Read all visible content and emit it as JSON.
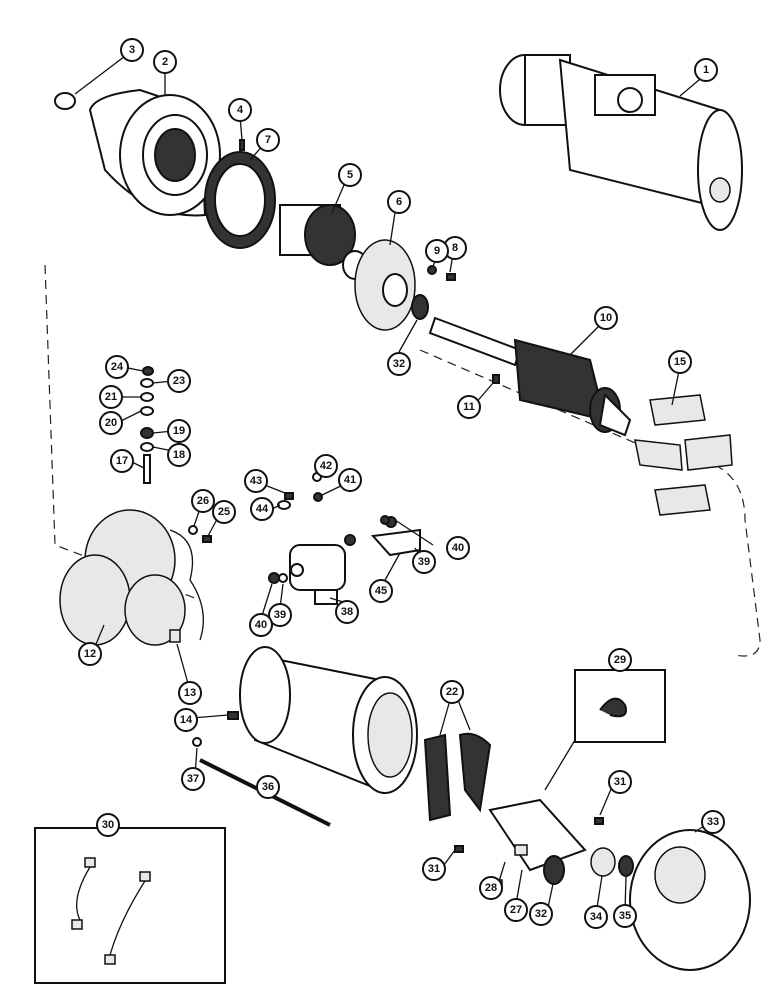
{
  "callouts": [
    {
      "id": "c1",
      "label": "1"
    },
    {
      "id": "c2",
      "label": "2"
    },
    {
      "id": "c3",
      "label": "3"
    },
    {
      "id": "c4",
      "label": "4"
    },
    {
      "id": "c5",
      "label": "5"
    },
    {
      "id": "c6",
      "label": "6"
    },
    {
      "id": "c7",
      "label": "7"
    },
    {
      "id": "c8",
      "label": "8"
    },
    {
      "id": "c9",
      "label": "9"
    },
    {
      "id": "c10",
      "label": "10"
    },
    {
      "id": "c11",
      "label": "11"
    },
    {
      "id": "c12",
      "label": "12"
    },
    {
      "id": "c13",
      "label": "13"
    },
    {
      "id": "c14",
      "label": "14"
    },
    {
      "id": "c15",
      "label": "15"
    },
    {
      "id": "c17",
      "label": "17"
    },
    {
      "id": "c18",
      "label": "18"
    },
    {
      "id": "c19",
      "label": "19"
    },
    {
      "id": "c20",
      "label": "20"
    },
    {
      "id": "c21",
      "label": "21"
    },
    {
      "id": "c22",
      "label": "22"
    },
    {
      "id": "c23",
      "label": "23"
    },
    {
      "id": "c24",
      "label": "24"
    },
    {
      "id": "c25",
      "label": "25"
    },
    {
      "id": "c26",
      "label": "26"
    },
    {
      "id": "c27",
      "label": "27"
    },
    {
      "id": "c28",
      "label": "28"
    },
    {
      "id": "c29",
      "label": "29"
    },
    {
      "id": "c30",
      "label": "30"
    },
    {
      "id": "c31a",
      "label": "31"
    },
    {
      "id": "c31b",
      "label": "31"
    },
    {
      "id": "c32a",
      "label": "32"
    },
    {
      "id": "c32b",
      "label": "32"
    },
    {
      "id": "c33",
      "label": "33"
    },
    {
      "id": "c34",
      "label": "34"
    },
    {
      "id": "c35",
      "label": "35"
    },
    {
      "id": "c36",
      "label": "36"
    },
    {
      "id": "c37",
      "label": "37"
    },
    {
      "id": "c38",
      "label": "38"
    },
    {
      "id": "c39a",
      "label": "39"
    },
    {
      "id": "c39b",
      "label": "39"
    },
    {
      "id": "c40a",
      "label": "40"
    },
    {
      "id": "c40b",
      "label": "40"
    },
    {
      "id": "c41",
      "label": "41"
    },
    {
      "id": "c42",
      "label": "42"
    },
    {
      "id": "c43",
      "label": "43"
    },
    {
      "id": "c44",
      "label": "44"
    },
    {
      "id": "c45",
      "label": "45"
    }
  ]
}
